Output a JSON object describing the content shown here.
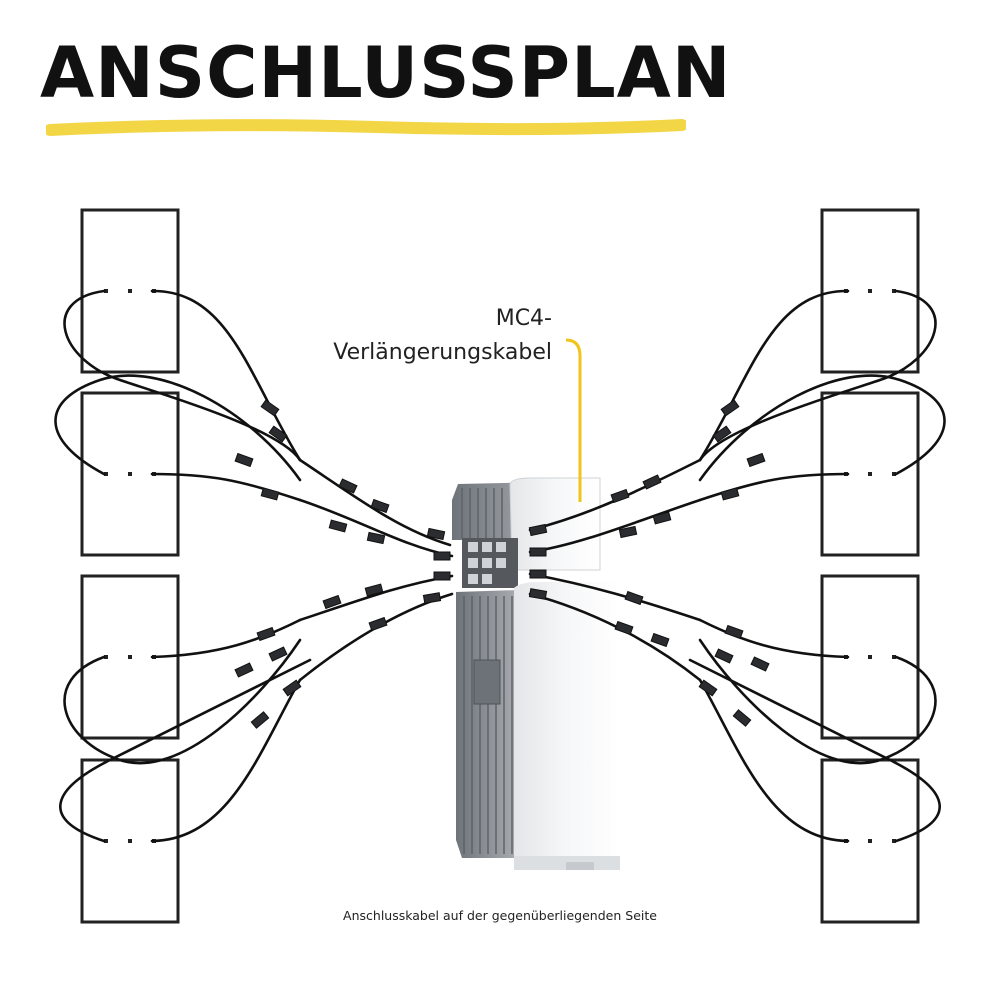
{
  "title": "ANSCHLUSSPLAN",
  "callout": {
    "line1": "MC4-",
    "line2": "Verlängerungskabel"
  },
  "footer": "Anschlusskabel auf der gegenüberliegenden Seite",
  "colors": {
    "accent": "#f2d646",
    "callout_line": "#f0c419",
    "panel_border": "#222222",
    "cable": "#111111",
    "device_body": "#f2f3f4",
    "heatsink": "#8f949a"
  },
  "layout_meta": {
    "panels_per_side": 4,
    "sides": [
      "left",
      "right"
    ]
  }
}
